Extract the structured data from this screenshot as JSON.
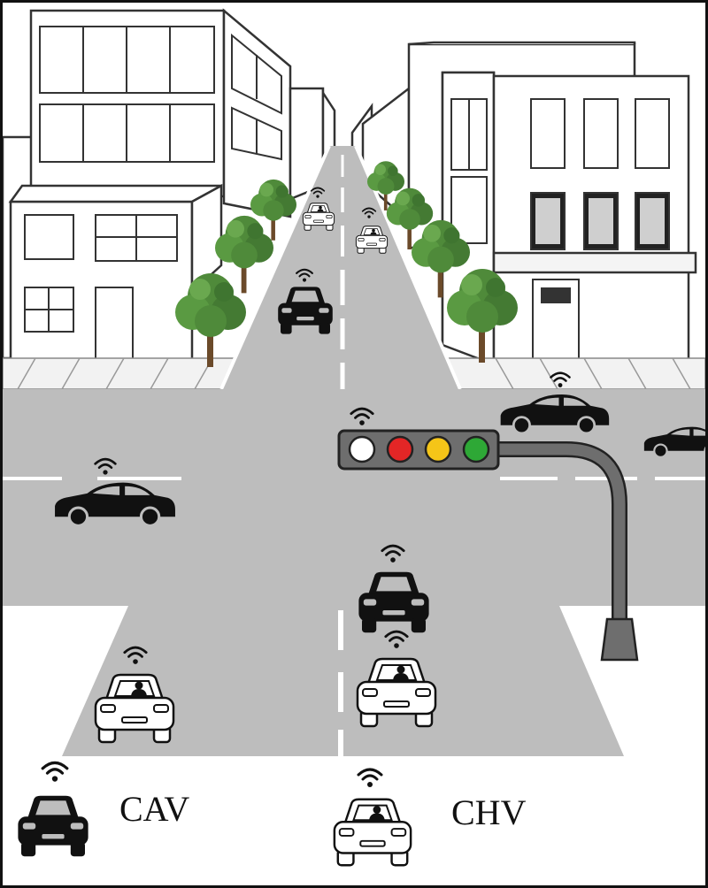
{
  "legend": {
    "cav_label": "CAV",
    "chv_label": "CHV"
  },
  "traffic_light": {
    "lamps": [
      "white",
      "red",
      "yellow",
      "green"
    ]
  },
  "colors": {
    "road": "#bdbdbd",
    "lane_marking": "#ffffff",
    "cav_body": "#111111",
    "chv_body": "#ffffff",
    "outline": "#111111",
    "tree": "#4f8a3a",
    "trunk": "#6b4a2a",
    "signal_housing": "#6e6e6e",
    "lamp_white": "#ffffff",
    "lamp_red": "#e32626",
    "lamp_yellow": "#f5c518",
    "lamp_green": "#2ea836"
  },
  "icons": {
    "wireless": "wifi-signal-icon",
    "cav": "black-car-icon",
    "chv": "white-car-with-driver-icon"
  }
}
